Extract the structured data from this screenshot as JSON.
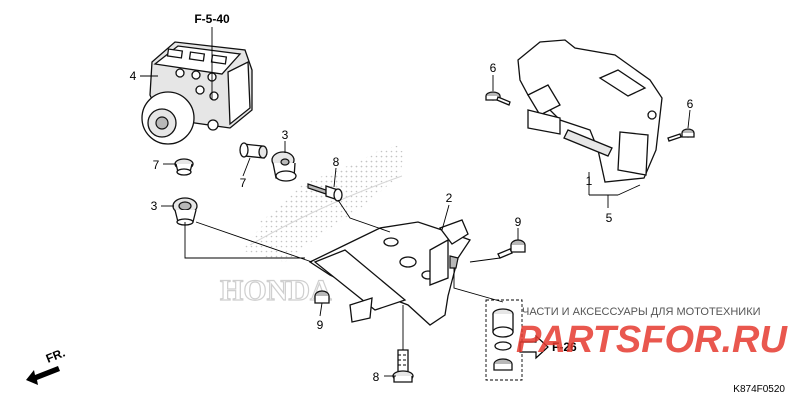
{
  "callouts": {
    "c1": "1",
    "c2": "2",
    "c3a": "3",
    "c3b": "3",
    "c4": "4",
    "c5": "5",
    "c6a": "6",
    "c6b": "6",
    "c7a": "7",
    "c7b": "7",
    "c8a": "8",
    "c8b": "8",
    "c9a": "9",
    "c9b": "9"
  },
  "references": {
    "f540": "F-5-40",
    "f26": "F-26"
  },
  "direction_label": "FR.",
  "diagram_code": "K874F0520",
  "watermark": {
    "tagline": "ЧАСТИ И АКСЕССУАРЫ ДЛЯ МОТОТЕХНИКИ",
    "logo": "PARTSFOR.RU",
    "logo_color": "#e53a2f",
    "background_mark": "HONDA"
  }
}
